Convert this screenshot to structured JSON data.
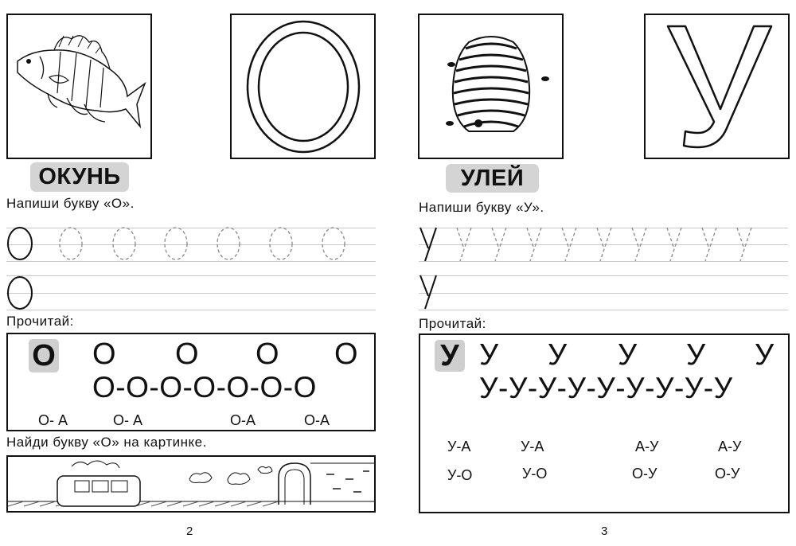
{
  "left_page": {
    "word": "ОКУНЬ",
    "big_letter": "O",
    "write_instruction": "Напиши букву «О».",
    "read_label": "Прочитай:",
    "read_box": {
      "highlight": "О",
      "row1": [
        "О",
        "О",
        "О",
        "О"
      ],
      "row2": "О-О-О-О-О-О-О",
      "syllables": [
        "О- А",
        "О- А",
        "О-А",
        "О-А"
      ]
    },
    "find_instruction": "Найди букву «О» на картинке.",
    "page_number": "2"
  },
  "right_page": {
    "word": "УЛЕЙ",
    "big_letter": "У",
    "write_instruction": "Напиши букву «У».",
    "read_label": "Прочитай:",
    "read_box": {
      "highlight": "У",
      "row1": [
        "У",
        "У",
        "У",
        "У",
        "У"
      ],
      "row2": "У-У-У-У-У-У-У-У-У",
      "syllables_row1": [
        "У-А",
        "У-А",
        "А-У",
        "А-У"
      ],
      "syllables_row2": [
        "У-О",
        "У-О",
        "О-У",
        "О-У"
      ]
    },
    "page_number": "3"
  },
  "pictures": [
    "perch-fish-drawing",
    "beehive-drawing",
    "tram-in-tunnel-drawing"
  ]
}
